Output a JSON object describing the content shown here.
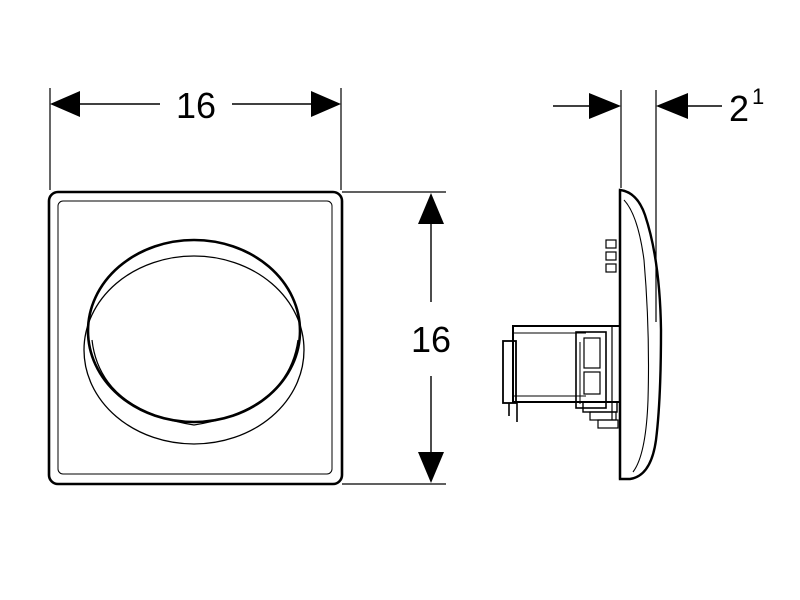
{
  "dimensions": {
    "width": "16",
    "height": "16",
    "depth_main": "2",
    "depth_sup": "1"
  },
  "colors": {
    "line": "#000000",
    "background": "#ffffff"
  },
  "icons": {
    "arrow": "filled-triangle-arrowhead"
  }
}
